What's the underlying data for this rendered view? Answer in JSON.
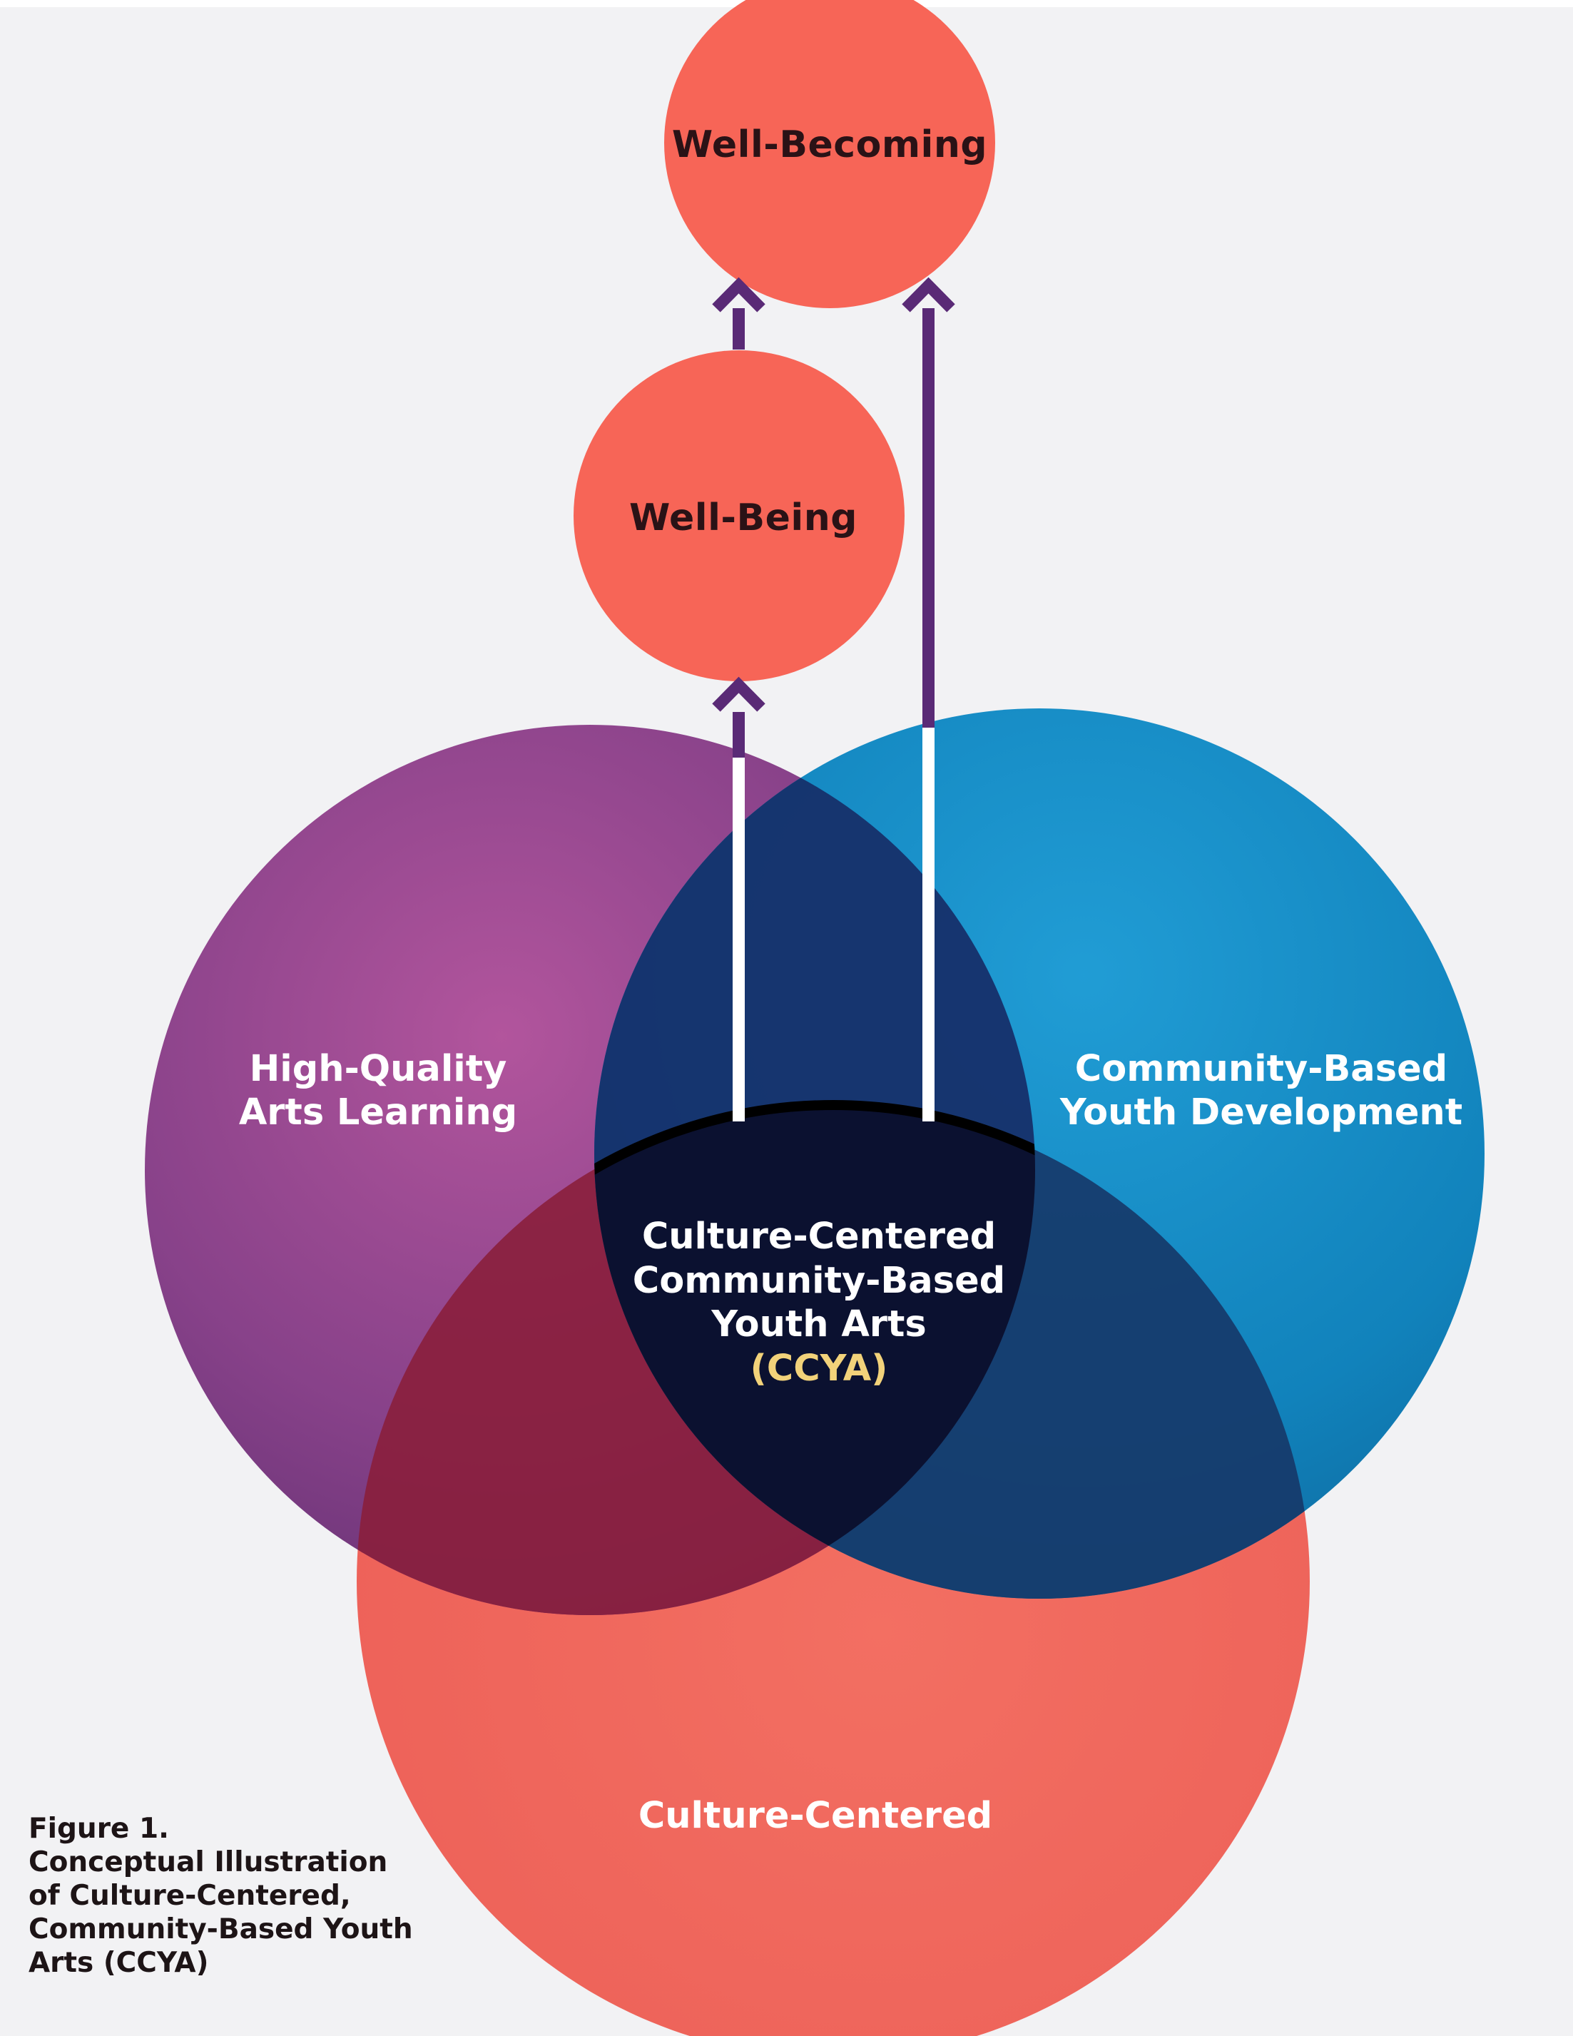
{
  "colors": {
    "background": "#f2f2f4",
    "node_fill": "#f76557",
    "arrow": "#5a2a76",
    "arrow_inner": "#ffffff",
    "arts_circle": "#8c3f8e",
    "youth_circle": "#0b86c2",
    "culture_circle": "#f0685e",
    "center_core": "#0b1130",
    "acronym": "#f2d27a"
  },
  "nodes": {
    "well_becoming": "Well-Becoming",
    "well_being": "Well-Being"
  },
  "venn": {
    "arts": [
      "High-Quality",
      "Arts Learning"
    ],
    "youth": [
      "Community-Based",
      "Youth Development"
    ],
    "culture": "Culture-Centered",
    "center": [
      "Culture-Centered",
      "Community-Based",
      "Youth Arts"
    ],
    "center_acronym": "(CCYA)"
  },
  "caption": [
    "Figure 1.",
    "Conceptual Illustration",
    "of Culture-Centered,",
    "Community-Based Youth",
    "Arts (CCYA)"
  ]
}
